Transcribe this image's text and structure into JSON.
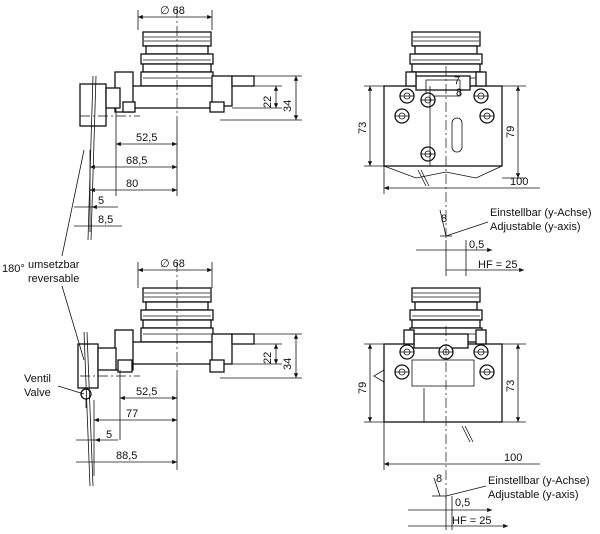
{
  "dims": {
    "d68": "∅ 68",
    "h22": "22",
    "h34": "34",
    "w52": "52,5",
    "w68": "68,5",
    "w80": "80",
    "w5": "5",
    "w8": "8,5",
    "w77": "77",
    "w88": "88,5",
    "h73": "73",
    "h79": "79",
    "w100": "100",
    "v05": "0,5",
    "hf": "HF = 25",
    "s8": "8",
    "s7": "7"
  },
  "labels": {
    "angle": "180°",
    "umsetzbar": "umsetzbar",
    "reversable": "reversable",
    "ventil": "Ventil",
    "valve": "Valve",
    "einstellbar": "Einstellbar (y-Achse)",
    "adjustable": "Adjustable (y-axis)"
  },
  "colors": {
    "line": "#111111",
    "background": "#ffffff"
  }
}
